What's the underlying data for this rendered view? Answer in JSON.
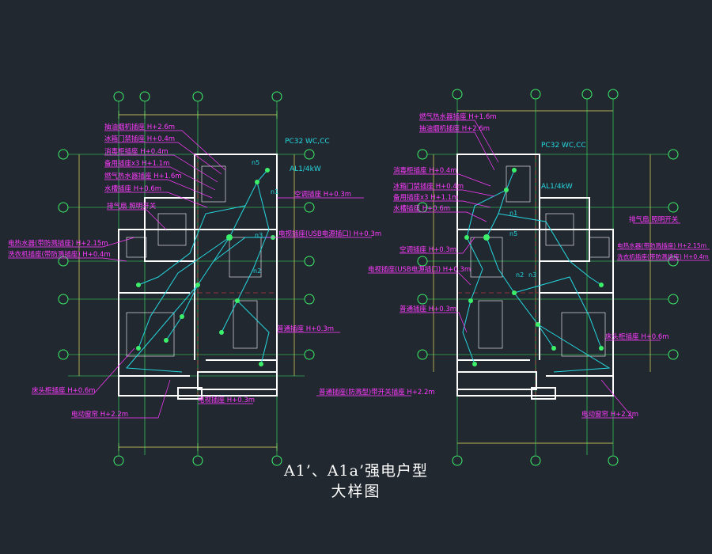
{
  "title": {
    "line1": "A1’、A1a’强电户型",
    "line2": "大样图"
  },
  "colors": {
    "background": "#212830",
    "wall": "#ffffff",
    "grid": "#3df06a",
    "annotation": "#ff3bff",
    "wiring": "#26d8e0",
    "axis": "#ff4040",
    "dim": "#e8e060"
  },
  "left_plan": {
    "panel_label": "PC32 WC,CC",
    "box_label": "AL1/4kW",
    "node_labels": [
      "n5",
      "n1",
      "n2",
      "n3"
    ],
    "annotations": [
      "抽油烟机插座 H+2.6m",
      "冰箱门禁插座 H+0.4m",
      "消毒柜插座 H+0.4m",
      "备用插座x3 H+1.1m",
      "燃气热水器插座 H+1.6m",
      "水槽插座 H+0.6m",
      "排气扇 照明开关",
      "电热水器(带防溅插座) H+2.15m",
      "洗衣机插座(带防溅插座) H+0.4m",
      "空调插座 H+0.3m",
      "电视插座(USB电源插口) H+0.3m",
      "普通插座 H+0.3m",
      "床头柜插座 H+0.6m",
      "电视插座 H+0.3m",
      "电动窗帘 H+2.2m",
      "普通插座(防溅型)带开关插座 H+2.2m"
    ]
  },
  "right_plan": {
    "panel_label": "PC32 WC,CC",
    "box_label": "AL1/4kW",
    "node_labels": [
      "n1",
      "n5",
      "n2",
      "n3"
    ],
    "annotations": [
      "燃气热水器插座 H+1.6m",
      "抽油烟机插座 H+2.6m",
      "消毒柜插座 H+0.4m",
      "冰箱门禁插座 H+0.4m",
      "备用插座x3 H+1.1m",
      "水槽插座 H+0.6m",
      "排气扇 照明开关",
      "电热水器(带防溅插座) H+2.15m",
      "洗衣机插座(带防溅插座) H+0.4m",
      "空调插座 H+0.3m",
      "电视插座(USB电源插口) H+0.3m",
      "普通插座 H+0.3m",
      "床头柜插座 H+0.6m",
      "电动窗帘 H+2.2m"
    ]
  }
}
